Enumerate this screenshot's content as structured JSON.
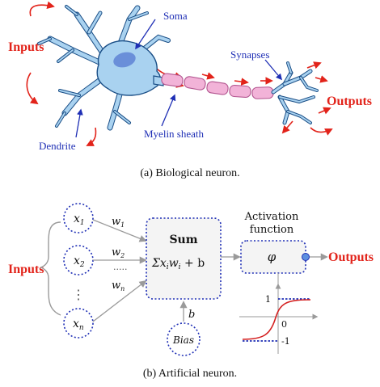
{
  "colors": {
    "red": "#e2231a",
    "blue": "#1f2fb5",
    "neuron_fill": "#a9d2f0",
    "neuron_stroke": "#1a4e86",
    "nucleus": "#6a8fd9",
    "myelin": "#f2b3d8",
    "myelin_stroke": "#b2558f",
    "gray": "#9a9a9a",
    "box_fill": "#f4f4f4"
  },
  "bio": {
    "inputs": "Inputs",
    "soma": "Soma",
    "synapses": "Synapses",
    "outputs": "Outputs",
    "dendrite": "Dendrite",
    "myelin_sheath": "Myelin sheath",
    "caption": "(a) Biological neuron."
  },
  "art": {
    "inputs": "Inputs",
    "outputs": "Outputs",
    "x1_base": "x",
    "x1_sub": "1",
    "x2_base": "x",
    "x2_sub": "2",
    "xn_base": "x",
    "xn_sub": "n",
    "w1_base": "w",
    "w1_sub": "1",
    "w2_base": "w",
    "w2_sub": "2",
    "wn_base": "w",
    "wn_sub": "n",
    "w_dots": ".....",
    "vertical_dots": "⋮",
    "sum_title": "Sum",
    "sum_sigma": "Σx",
    "sum_i1": "i",
    "sum_w": "w",
    "sum_i2": "i",
    "sum_plus_b": " + b",
    "bias_input": "b",
    "bias": "Bias",
    "activation_line1": "Activation",
    "activation_line2": "function",
    "phi": "φ",
    "tick_1": "1",
    "tick_0": "0",
    "tick_m1": "-1",
    "caption": "(b) Artificial neuron."
  }
}
